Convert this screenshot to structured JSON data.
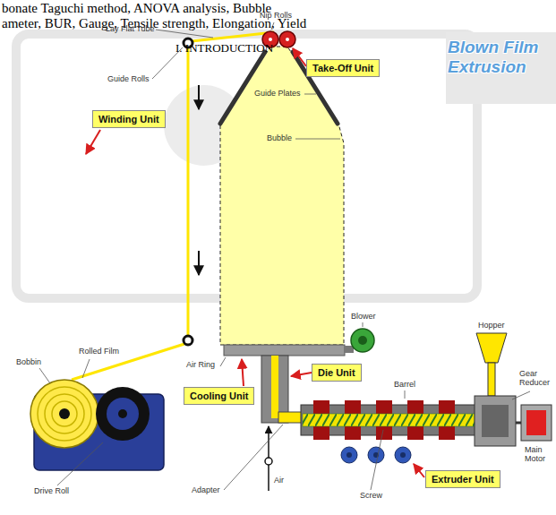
{
  "diagram": {
    "nodes": [
      {
        "text": [
          "Take-Off Unit"
        ]
      },
      {
        "text": [
          "Winding Unit"
        ]
      },
      {
        "text": [
          "Die Unit"
        ]
      },
      {
        "text": [
          "Cooling Unit"
        ]
      },
      {
        "text": [
          "Extruder Unit"
        ]
      }
    ],
    "labels": [
      "bonate Taguchi method, ANOVA analysis, Bubble",
      "ameter, BUR, Gauge, Tensile strength, Elongation, Yield",
      "I. INTRODUCTION",
      "Blown Film Extrusion",
      "Lay Flat Tube",
      "Nip Rolls",
      "Guide Rolls",
      "Guide Plates",
      "Bubble",
      "Bobbin",
      "Rolled Film",
      "Blower",
      "Hopper",
      "Gear Reducer",
      "Main Motor",
      "Air Ring",
      "Barrel",
      "Drive Roll",
      "Adapter",
      "Screw",
      "Air"
    ]
  }
}
